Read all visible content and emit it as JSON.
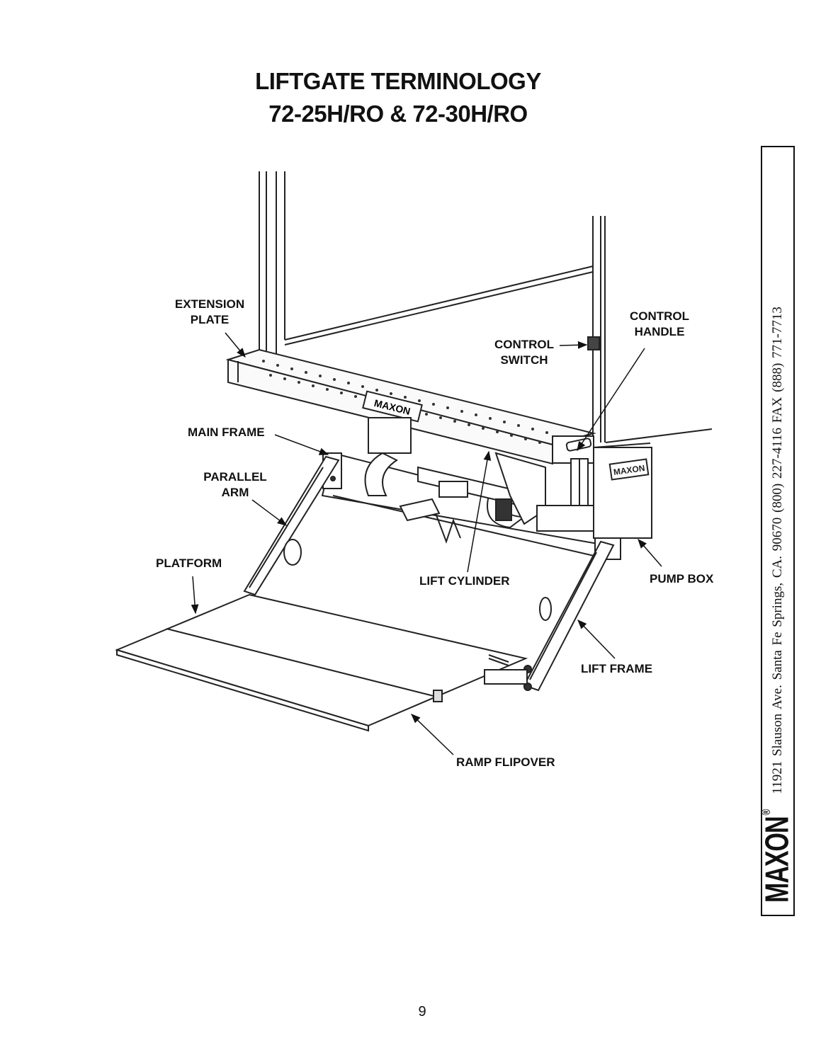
{
  "title": {
    "line1": "LIFTGATE TERMINOLOGY",
    "line2": "72-25H/RO & 72-30H/RO"
  },
  "labels": {
    "extension_plate": [
      "EXTENSION",
      "PLATE"
    ],
    "control_handle": [
      "CONTROL",
      "HANDLE"
    ],
    "control_switch": [
      "CONTROL",
      "SWITCH"
    ],
    "main_frame": "MAIN FRAME",
    "parallel_arm": [
      "PARALLEL",
      "ARM"
    ],
    "platform": "PLATFORM",
    "lift_cylinder": "LIFT CYLINDER",
    "pump_box": "PUMP BOX",
    "lift_frame": "LIFT FRAME",
    "ramp_flipover": "RAMP FLIPOVER"
  },
  "sidebar": {
    "brand": "MAXON",
    "registered": "®",
    "address": "11921 Slauson Ave.  Santa Fe Springs, CA.  90670  (800) 227-4116  FAX (888) 771-7713"
  },
  "embossed_logo": "MAXON",
  "page_number": "9"
}
